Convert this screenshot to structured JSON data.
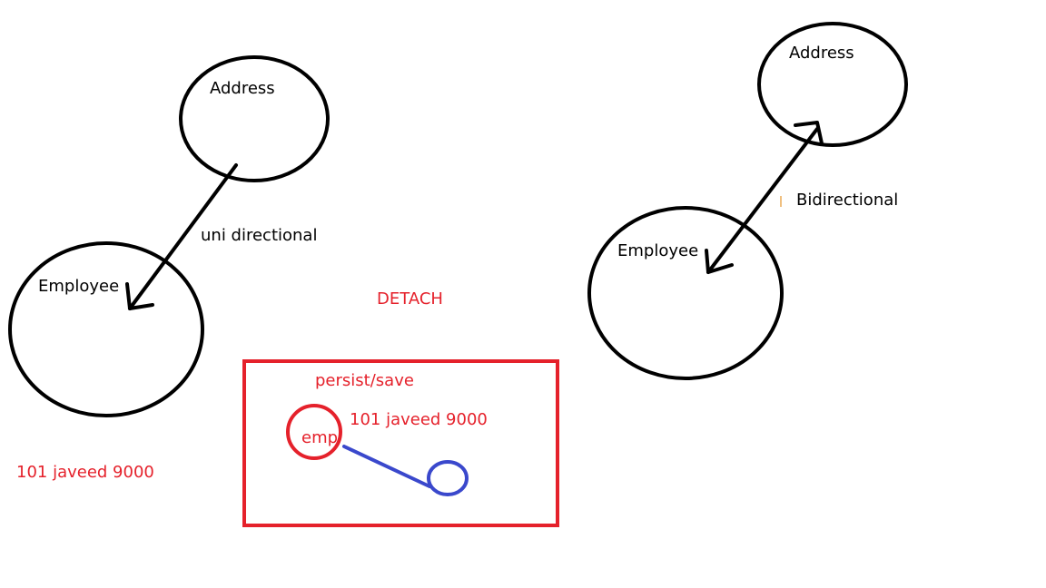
{
  "colors": {
    "ink": "#000000",
    "red": "#e5212b",
    "blue": "#3a48cc"
  },
  "left_diagram": {
    "address_label": "Address",
    "employee_label": "Employee",
    "relation_label": "uni directional"
  },
  "right_diagram": {
    "address_label": "Address",
    "employee_label": "Employee",
    "relation_label": "Bidirectional"
  },
  "center": {
    "detach_label": "DETACH",
    "box": {
      "persist_label": "persist/save",
      "emp_label": "emp",
      "record_label": "101  javeed 9000"
    }
  },
  "bottom_left_record": "101 javeed 9000"
}
